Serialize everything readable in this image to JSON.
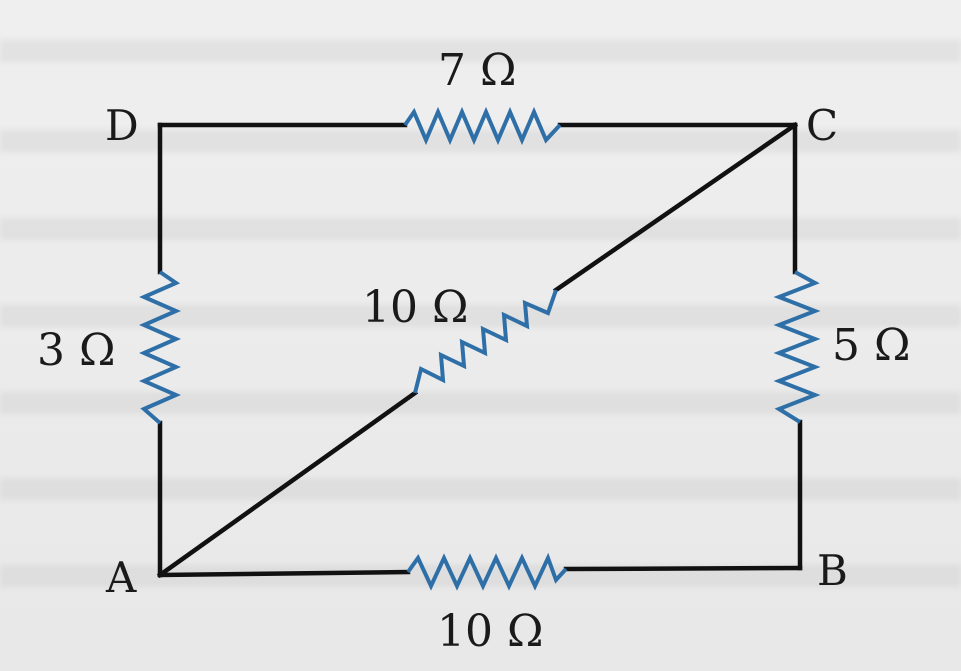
{
  "nodes": {
    "a": "A",
    "b": "B",
    "c": "C",
    "d": "D"
  },
  "resistors": {
    "dc": "7 Ω",
    "da": "3 Ω",
    "cb": "5 Ω",
    "ac": "10 Ω",
    "ab": "10 Ω"
  },
  "colors": {
    "wire": "#111111",
    "resistor": "#2f6fa8",
    "background": "#ededed"
  }
}
